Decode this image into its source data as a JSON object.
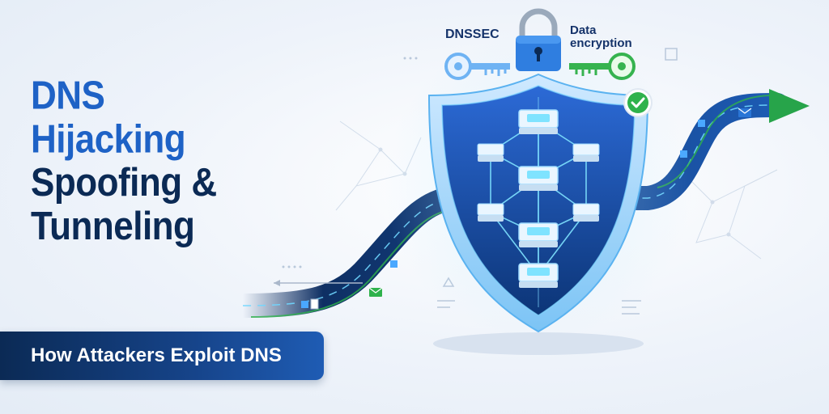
{
  "headline": {
    "line1": "DNS",
    "line2": "Hijacking",
    "line3": "Spoofing &",
    "line4": "Tunneling"
  },
  "subtitle": "How Attackers Exploit DNS",
  "labels": {
    "dnssec": "DNSSEC",
    "data_encryption": "Data encryption"
  },
  "icons": [
    "key-icon",
    "padlock-icon",
    "checkmark-icon",
    "server-icon",
    "envelope-icon",
    "arrow-icon"
  ],
  "colors": {
    "primary_blue": "#1e62c6",
    "navy": "#0b2a55",
    "accent_cyan": "#7fe3ff",
    "green": "#2fb24c"
  }
}
